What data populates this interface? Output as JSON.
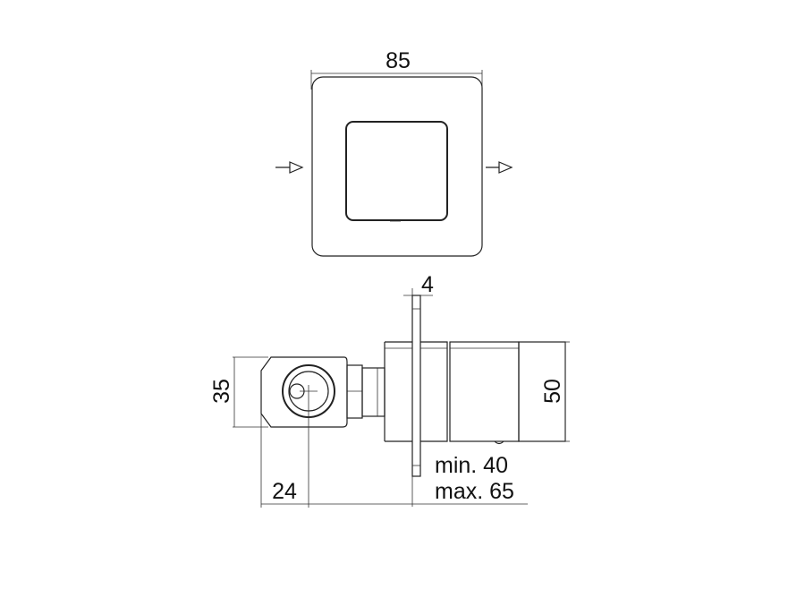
{
  "top_view": {
    "width_label": "85"
  },
  "side_view": {
    "flange_thickness_label": "4",
    "left_height_label": "35",
    "body_height_label": "50",
    "center_offset_label": "24",
    "depth_min_label": "min. 40",
    "depth_max_label": "max. 65"
  },
  "colors": {
    "line": "#222222",
    "background": "#ffffff"
  }
}
